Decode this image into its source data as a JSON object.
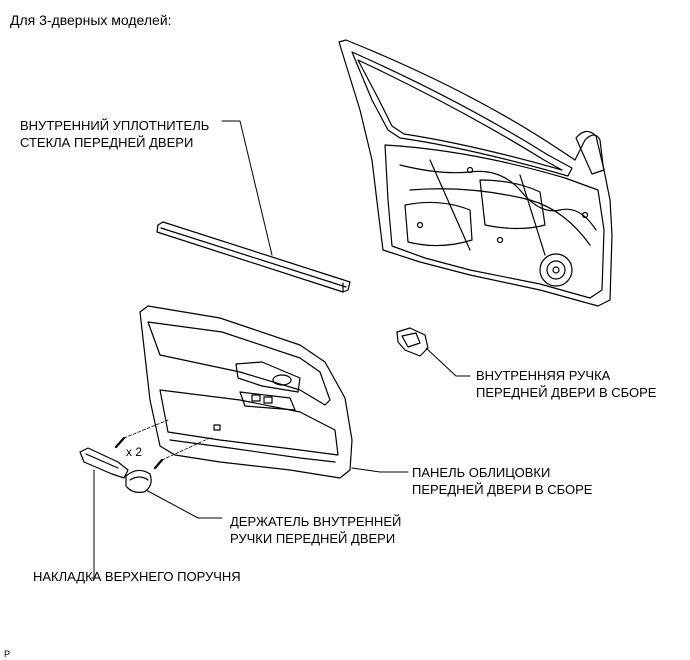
{
  "heading": "Для 3-дверных моделей:",
  "labels": {
    "glass_seal": [
      "ВНУТРЕННИЙ УПЛОТНИТЕЛЬ",
      "СТЕКЛА ПЕРЕДНЕЙ ДВЕРИ"
    ],
    "inside_handle": [
      "ВНУТРЕННЯЯ РУЧКА",
      "ПЕРЕДНЕЙ ДВЕРИ В СБОРЕ"
    ],
    "trim_panel": [
      "ПАНЕЛЬ ОБЛИЦОВКИ",
      "ПЕРЕДНЕЙ ДВЕРИ В СБОРЕ"
    ],
    "handle_holder": [
      "ДЕРЖАТЕЛЬ ВНУТРЕННЕЙ",
      "РУЧКИ ПЕРЕДНЕЙ ДВЕРИ"
    ],
    "armrest_cover": [
      "НАКЛАДКА ВЕРХНЕГО ПОРУЧНЯ"
    ]
  },
  "screw_quantity": "x 2",
  "figure_code": "P"
}
